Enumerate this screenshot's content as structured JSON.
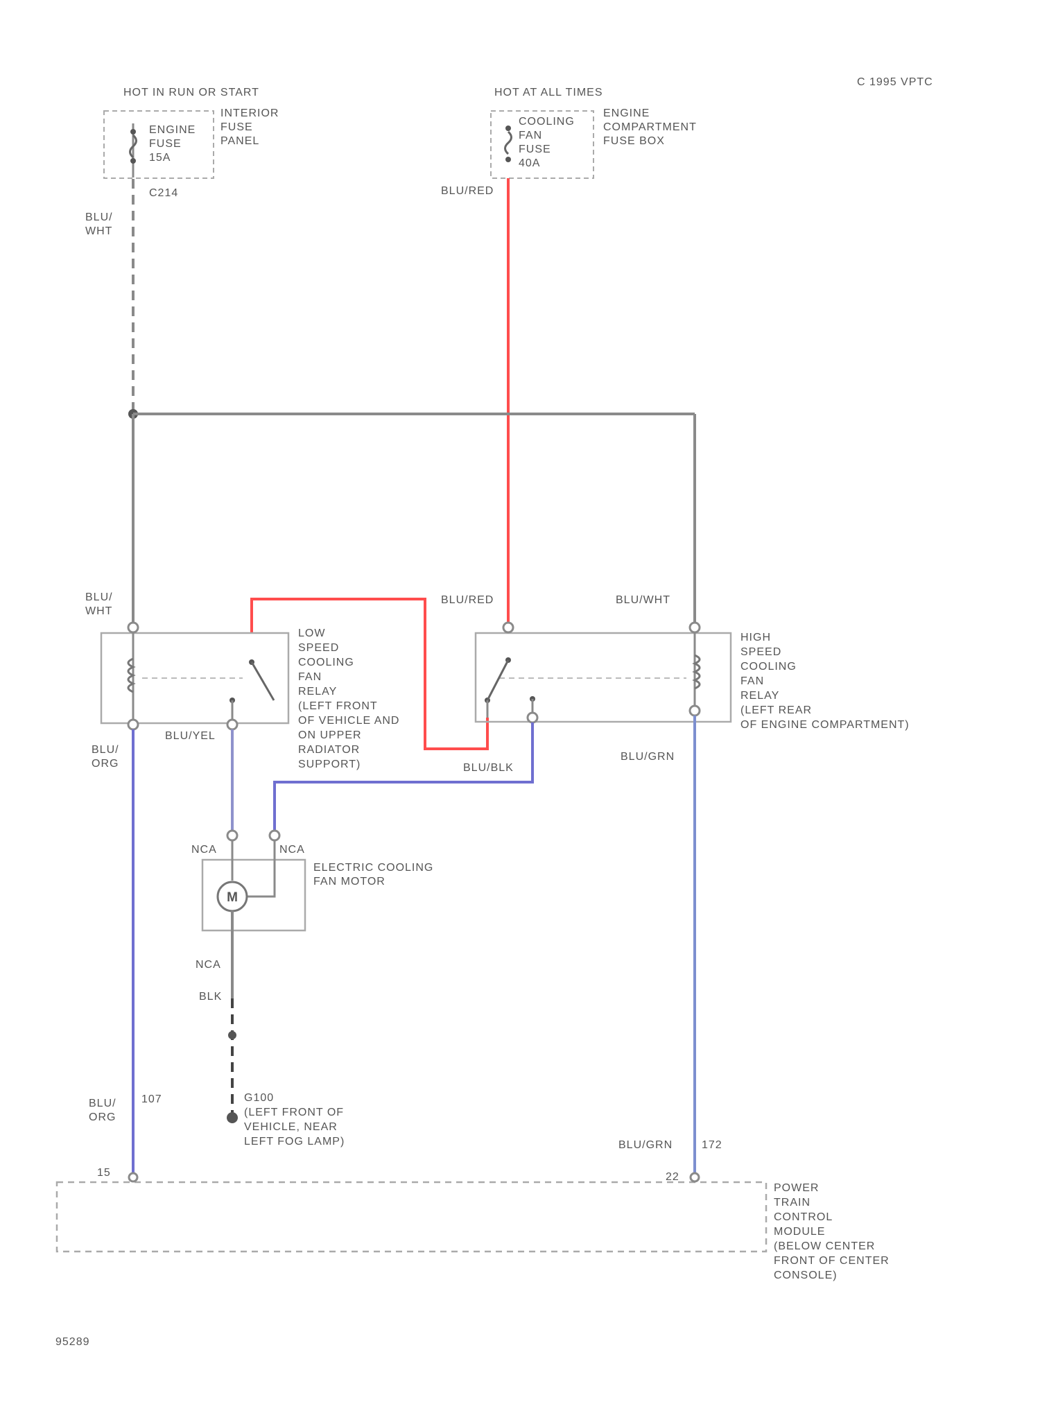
{
  "corner_code": "C 1995 VPTC",
  "figure_id": "95289",
  "sources": {
    "hot_run_start": "HOT IN RUN OR START",
    "hot_all_times": "HOT AT ALL TIMES"
  },
  "fuses": {
    "engine_fuse": [
      "ENGINE",
      "FUSE",
      "15A"
    ],
    "interior_fuse_panel": [
      "INTERIOR",
      "FUSE",
      "PANEL"
    ],
    "connector_c214": "C214",
    "cooling_fan_fuse": [
      "COOLING",
      "FAN",
      "FUSE",
      "40A"
    ],
    "engine_compartment_fuse_box": [
      "ENGINE",
      "COMPARTMENT",
      "FUSE BOX"
    ]
  },
  "wires": {
    "blu_wht_top": [
      "BLU/",
      "WHT"
    ],
    "blu_red_top": "BLU/RED",
    "blu_wht_left_relay": [
      "BLU/",
      "WHT"
    ],
    "blu_red_relay": "BLU/RED",
    "blu_wht_right_relay": "BLU/WHT",
    "blu_org_upper": [
      "BLU/",
      "ORG"
    ],
    "blu_yel": "BLU/YEL",
    "blu_blk": "BLU/BLK",
    "blu_grn_upper": "BLU/GRN",
    "nca_left": "NCA",
    "nca_right": "NCA",
    "nca_lower": "NCA",
    "blk": "BLK",
    "blu_org_lower": [
      "BLU/",
      "ORG"
    ],
    "wire_107": "107",
    "blu_grn_lower": "BLU/GRN",
    "wire_172": "172"
  },
  "components": {
    "low_speed_relay": [
      "LOW",
      "SPEED",
      "COOLING",
      "FAN",
      "RELAY",
      "(LEFT FRONT",
      "OF VEHICLE AND",
      "ON UPPER",
      "RADIATOR",
      "SUPPORT)"
    ],
    "high_speed_relay": [
      "HIGH",
      "SPEED",
      "COOLING",
      "FAN",
      "RELAY",
      "(LEFT REAR",
      "OF ENGINE COMPARTMENT)"
    ],
    "fan_motor": [
      "ELECTRIC COOLING",
      "FAN MOTOR"
    ],
    "motor_symbol": "M",
    "ground": [
      "G100",
      "(LEFT FRONT OF",
      "VEHICLE, NEAR",
      "LEFT FOG LAMP)"
    ],
    "pcm": [
      "POWER",
      "TRAIN",
      "CONTROL",
      "MODULE",
      "(BELOW CENTER",
      "FRONT OF CENTER",
      "CONSOLE)"
    ],
    "pcm_pin_left": "15",
    "pcm_pin_right": "22"
  },
  "colors": {
    "wire_gray": "#8a8a8a",
    "wire_red": "#ff4d4d",
    "wire_blue": "#6f6fd0",
    "wire_lightblue": "#7d8fcf",
    "text": "#555555",
    "box": "#aaaaaa"
  }
}
